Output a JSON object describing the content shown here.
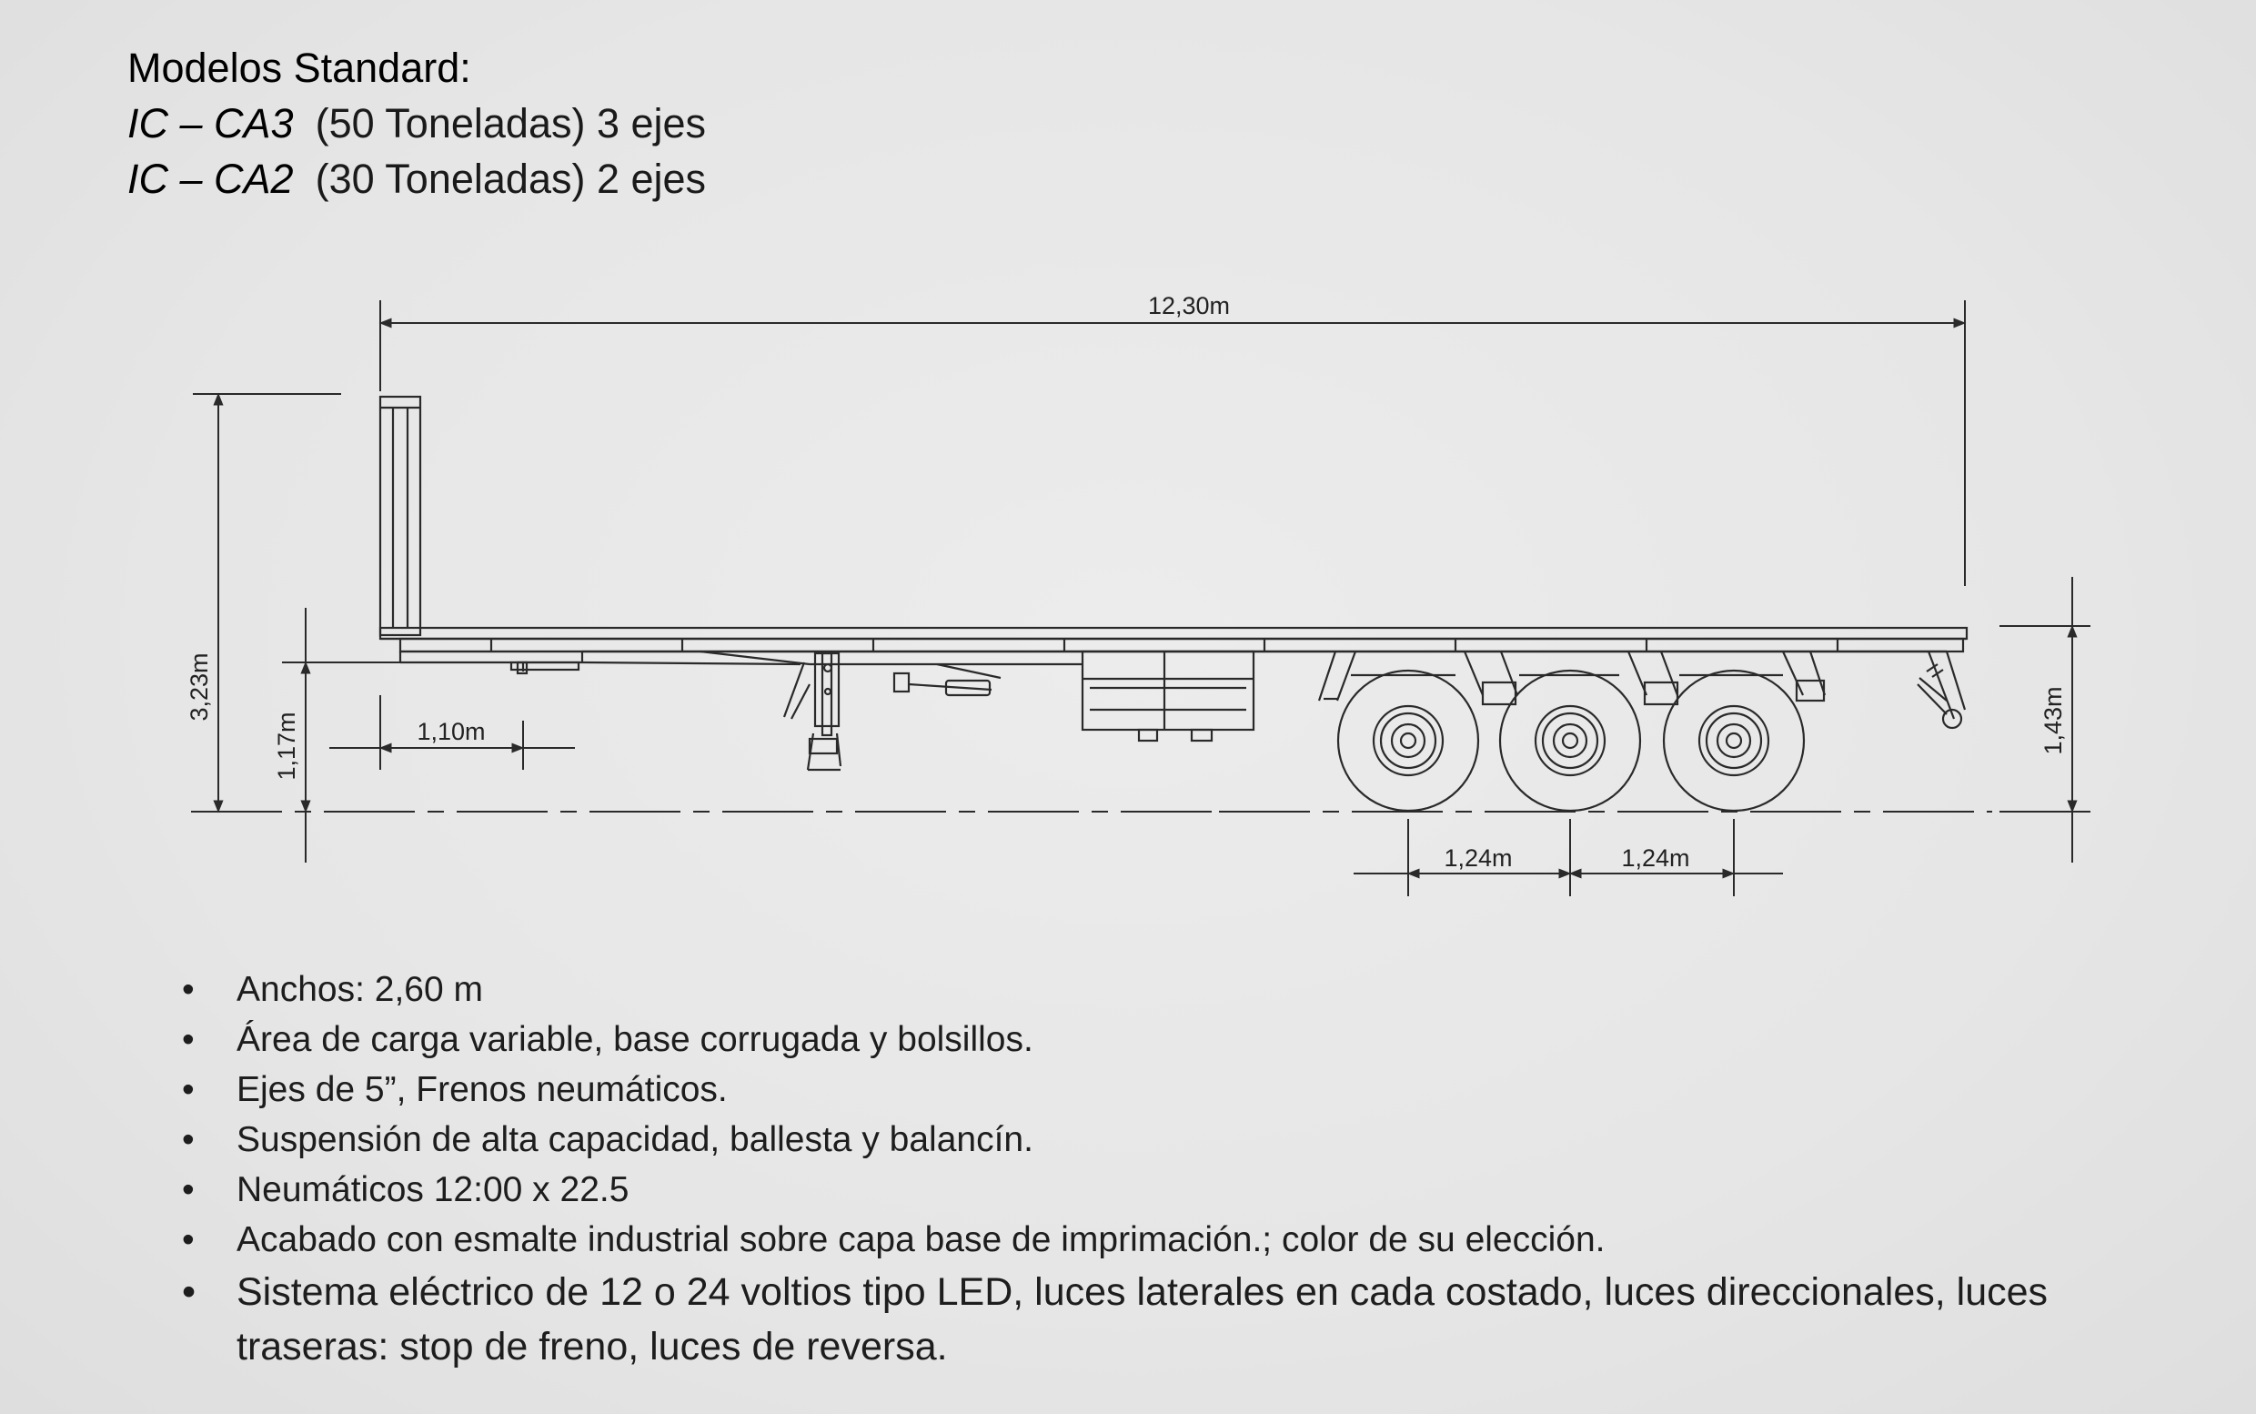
{
  "header": {
    "title": "Modelos Standard:",
    "models": [
      {
        "code": "IC – CA3",
        "desc": "(50 Toneladas) 3 ejes"
      },
      {
        "code": "IC – CA2",
        "desc": "(30 Toneladas) 2 ejes"
      }
    ]
  },
  "diagram": {
    "dimensions": {
      "overall_length": "12,30m",
      "total_height": "3,23m",
      "kingpin_height": "1,17m",
      "kingpin_offset": "1,10m",
      "deck_height": "1,43m",
      "axle_spacing_1": "1,24m",
      "axle_spacing_2": "1,24m"
    },
    "line_color": "#2a2a2a"
  },
  "features": {
    "bullet": "•",
    "items": [
      "Anchos: 2,60 m",
      "Área de carga variable, base corrugada y bolsillos.",
      "Ejes de 5”, Frenos neumáticos.",
      "Suspensión de alta capacidad, ballesta y balancín.",
      "Neumáticos 12:00 x 22.5",
      "Acabado con esmalte industrial sobre capa base de imprimación.; color de su elección.",
      "Sistema eléctrico de 12 o 24 voltios tipo LED, luces laterales en cada costado, luces direccionales, luces traseras: stop de freno, luces de reversa."
    ]
  }
}
